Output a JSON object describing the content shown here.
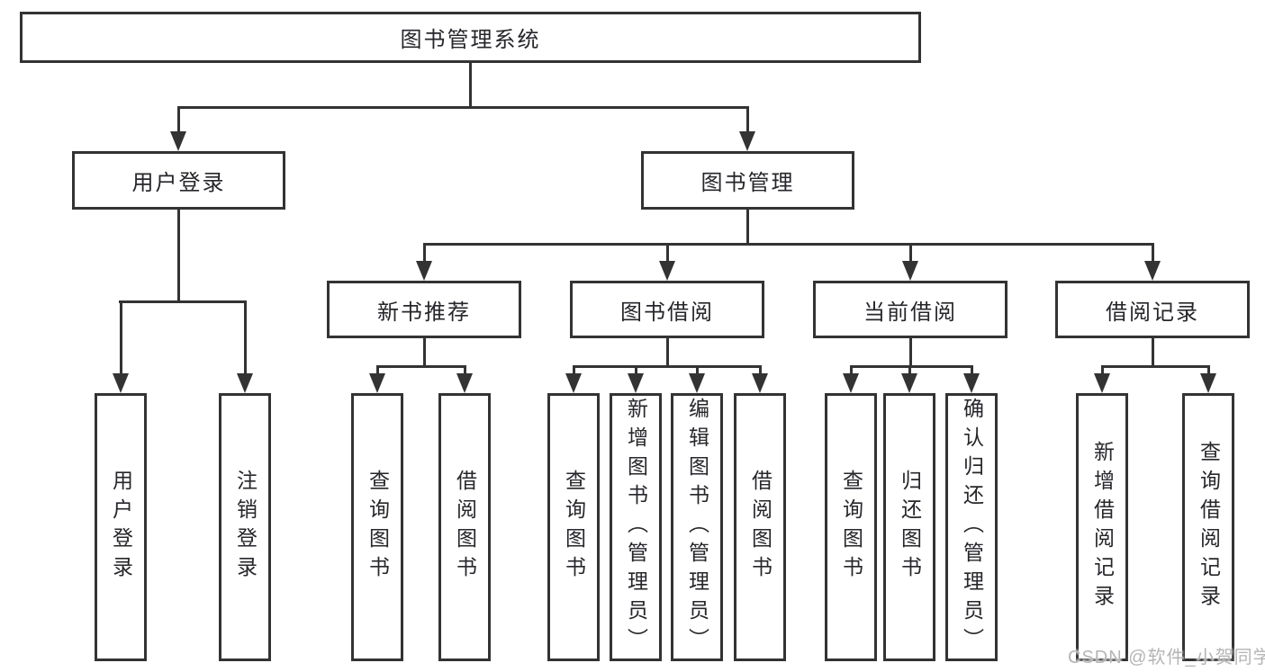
{
  "diagram_title": "图书管理系统",
  "watermark": "CSDN @软件_小贺同学",
  "colors": {
    "line": "#333333",
    "text": "#26262b",
    "watermark": "#b5b5b5",
    "background": "#ffffff"
  },
  "tree": {
    "root": {
      "label": "图书管理系统",
      "children": [
        {
          "label": "用户登录",
          "children": [
            {
              "label": "用户登录"
            },
            {
              "label": "注销登录"
            }
          ]
        },
        {
          "label": "图书管理",
          "children": [
            {
              "label": "新书推荐",
              "children": [
                {
                  "label": "查询图书"
                },
                {
                  "label": "借阅图书"
                }
              ]
            },
            {
              "label": "图书借阅",
              "children": [
                {
                  "label": "查询图书"
                },
                {
                  "label": "新增图书（管理员）"
                },
                {
                  "label": "编辑图书（管理员）"
                },
                {
                  "label": "借阅图书"
                }
              ]
            },
            {
              "label": "当前借阅",
              "children": [
                {
                  "label": "查询图书"
                },
                {
                  "label": "归还图书"
                },
                {
                  "label": "确认归还（管理员）"
                }
              ]
            },
            {
              "label": "借阅记录",
              "children": [
                {
                  "label": "新增借阅记录"
                },
                {
                  "label": "查询借阅记录"
                }
              ]
            }
          ]
        }
      ]
    }
  }
}
